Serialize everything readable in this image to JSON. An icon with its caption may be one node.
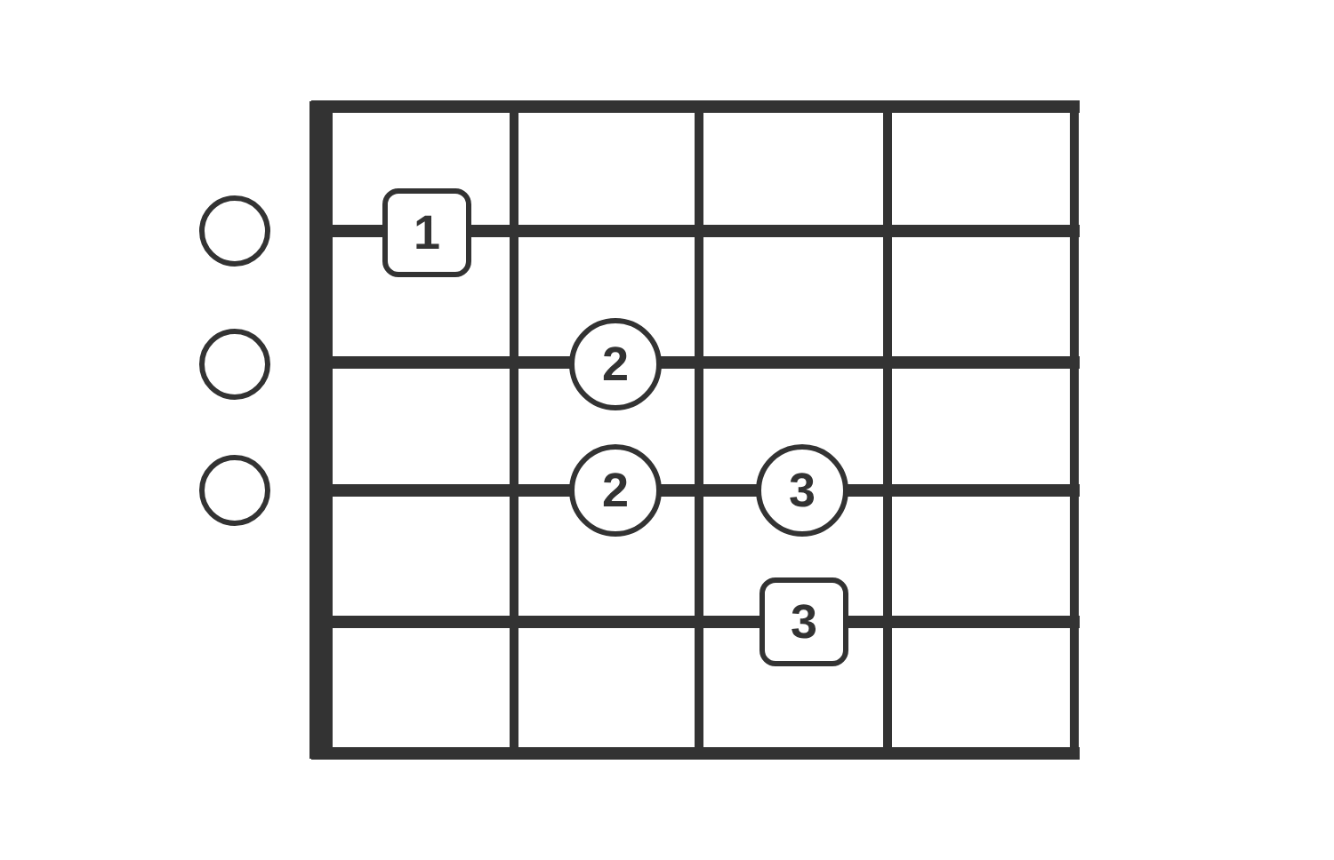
{
  "diagram": {
    "nodes": [
      {
        "text": [],
        "shape": "circle"
      },
      {
        "text": [
          "1"
        ]
      },
      {
        "text": [],
        "shape": "circle"
      },
      {
        "text": [
          "2"
        ]
      },
      {
        "text": [],
        "shape": "circle"
      },
      {
        "text": [
          "2"
        ]
      },
      {
        "text": [
          "3"
        ]
      },
      {
        "text": [
          "3"
        ]
      }
    ]
  }
}
